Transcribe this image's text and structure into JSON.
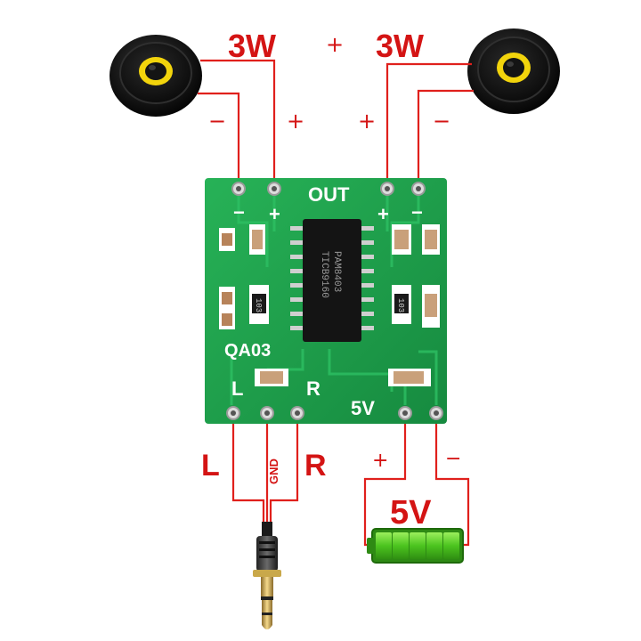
{
  "speakers": {
    "left_power": "3W",
    "right_power": "3W",
    "center_plus": "+",
    "left_minus": "−",
    "left_plus": "+",
    "right_plus": "+",
    "right_minus": "−"
  },
  "board": {
    "out_label": "OUT",
    "out_plus_left": "+",
    "out_minus_left": "−",
    "out_plus_right": "+",
    "out_minus_right": "−",
    "model_label": "QA03",
    "input_l_label": "L",
    "input_r_label": "R",
    "power_label": "5V",
    "chip_line1": "PAM8403",
    "chip_line2": "TICB9160",
    "resistor_label": "103"
  },
  "audio_input": {
    "left_label": "L",
    "gnd_label": "GND",
    "right_label": "R"
  },
  "power_supply": {
    "voltage_label": "5V",
    "plus_label": "+",
    "minus_label": "−"
  },
  "colors": {
    "wire": "#e0201c",
    "label": "#d41414",
    "pcb": "#1f9e4a",
    "battery": "#5ccc2a"
  }
}
